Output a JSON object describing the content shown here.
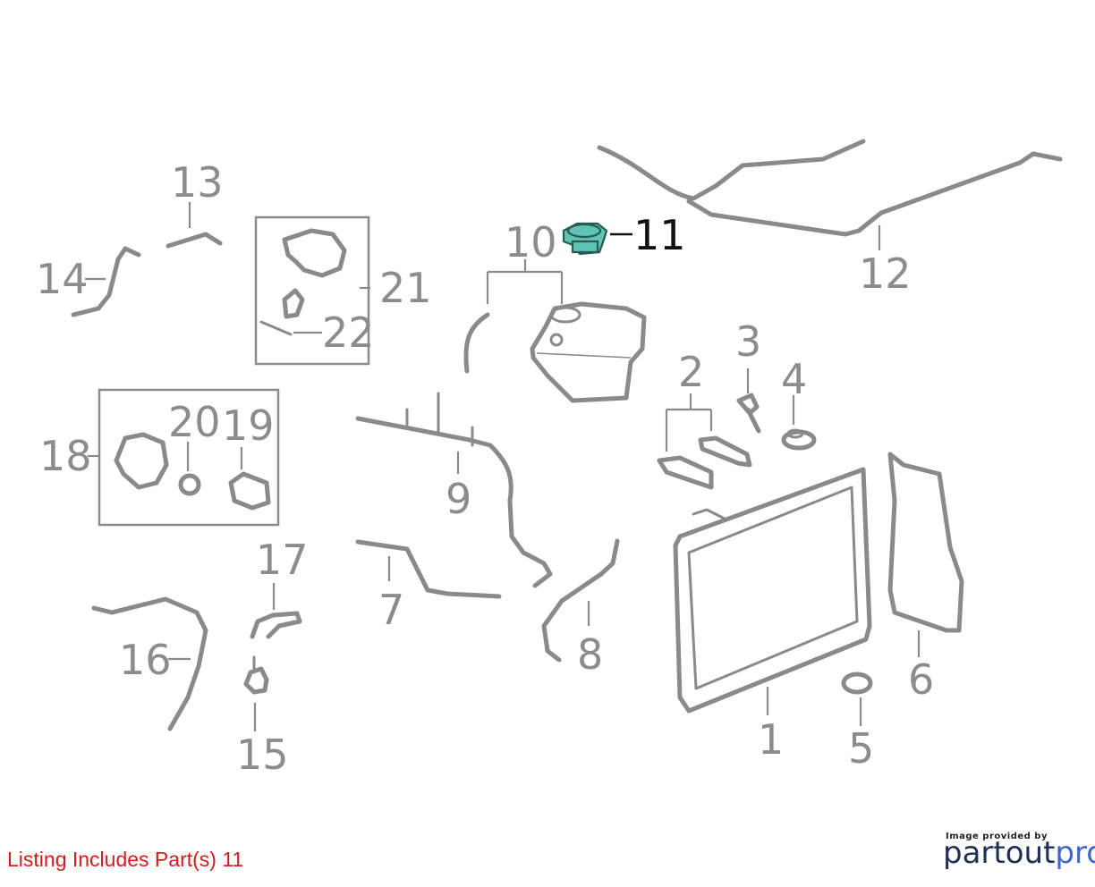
{
  "labels": {
    "p1": "1",
    "p2": "2",
    "p3": "3",
    "p4": "4",
    "p5": "5",
    "p6": "6",
    "p7": "7",
    "p8": "8",
    "p9": "9",
    "p10": "10",
    "p11": "11",
    "p12": "12",
    "p13": "13",
    "p14": "14",
    "p15": "15",
    "p16": "16",
    "p17": "17",
    "p18": "18",
    "p19": "19",
    "p20": "20",
    "p21": "21",
    "p22": "22"
  },
  "highlighted_part": "11",
  "colors": {
    "highlight": "#5fc4b4",
    "listing_text": "#d21d1d",
    "diagram_gray": "#8a8a8a"
  },
  "footer": {
    "listing": "Listing Includes Part(s)  11",
    "provided_by": "Image provided by",
    "brand_part1": "partout",
    "brand_part2": "pro"
  }
}
